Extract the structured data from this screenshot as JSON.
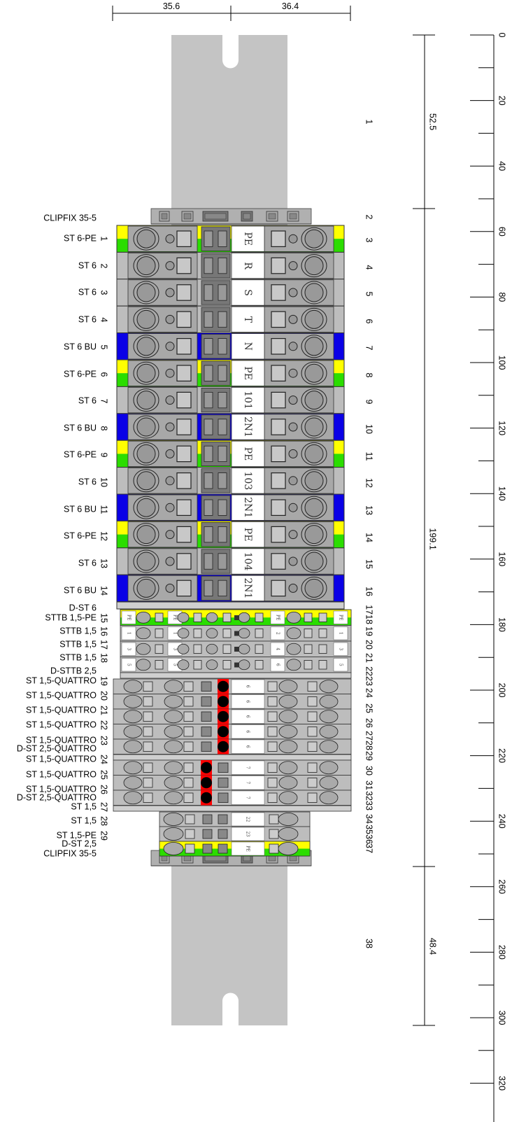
{
  "dimensions": {
    "left_width": "35.6",
    "right_width": "36.4"
  },
  "vertical_dims": [
    {
      "value": "52.5"
    },
    {
      "value": "199.1"
    },
    {
      "value": "48.4"
    }
  ],
  "ruler_ticks": [
    "0",
    "20",
    "40",
    "60",
    "80",
    "100",
    "120",
    "140",
    "160",
    "180",
    "200",
    "220",
    "240",
    "260",
    "280",
    "300",
    "320"
  ],
  "colors": {
    "rail": "#c4c4c4",
    "grey": "#bdbdbd",
    "yellow": "#ffff00",
    "green": "#2bdd00",
    "blue": "#0a00e6",
    "red": "#ff0000",
    "black": "#000000"
  },
  "labels": [
    "CLIPFIX 35-5",
    "ST 6-PE",
    "ST 6",
    "ST 6",
    "ST 6",
    "ST 6 BU",
    "ST 6-PE",
    "ST 6",
    "ST 6 BU",
    "ST 6-PE",
    "ST 6",
    "ST 6 BU",
    "ST 6-PE",
    "ST 6",
    "ST 6 BU",
    "D-ST 6",
    "STTB 1,5-PE",
    "STTB 1,5",
    "STTB 1,5",
    "STTB 1,5",
    "D-STTB 2,5",
    "ST 1,5-QUATTRO",
    "ST 1,5-QUATTRO",
    "ST 1,5-QUATTRO",
    "ST 1,5-QUATTRO",
    "ST 1,5-QUATTRO",
    "D-ST 2,5-QUATTRO",
    "ST 1,5-QUATTRO",
    "ST 1,5-QUATTRO",
    "ST 1,5-QUATTRO",
    "D-ST 2,5-QUATTRO",
    "ST 1,5",
    "ST 1,5",
    "ST 1,5-PE",
    "D-ST 2,5",
    "CLIPFIX 35-5"
  ],
  "label_numbers": [
    "1",
    "2",
    "3",
    "4",
    "5",
    "6",
    "7",
    "8",
    "9",
    "10",
    "11",
    "12",
    "13",
    "14",
    "15",
    "16",
    "17",
    "18",
    "19",
    "20",
    "21",
    "22",
    "23",
    "24",
    "25",
    "26",
    "27",
    "28",
    "29"
  ],
  "position_numbers": [
    "1",
    "2",
    "3",
    "4",
    "5",
    "6",
    "7",
    "8",
    "9",
    "10",
    "11",
    "12",
    "13",
    "14",
    "15",
    "16",
    "1718",
    "19",
    "20",
    "21",
    "2223",
    "24",
    "25",
    "26",
    "2728",
    "29",
    "30",
    "31",
    "3233",
    "34",
    "3536",
    "37",
    "38"
  ],
  "markers_st6": [
    "PE",
    "R",
    "S",
    "T",
    "N",
    "PE",
    "101",
    "2N1",
    "PE",
    "103",
    "2N1",
    "PE",
    "104",
    "2N1"
  ],
  "markers_sttb_mid": [
    "PE",
    "1",
    "3",
    "5"
  ],
  "markers_sttb_right": [
    "PE",
    "2",
    "4",
    "6"
  ],
  "markers_sttb_far": [
    "PE",
    "1",
    "3",
    "5"
  ],
  "markers_quattro_a": [
    "6",
    "6",
    "6",
    "6",
    "6"
  ],
  "markers_quattro_b": [
    "7",
    "7",
    "7"
  ],
  "markers_st15": [
    "22",
    "23",
    "PE"
  ]
}
